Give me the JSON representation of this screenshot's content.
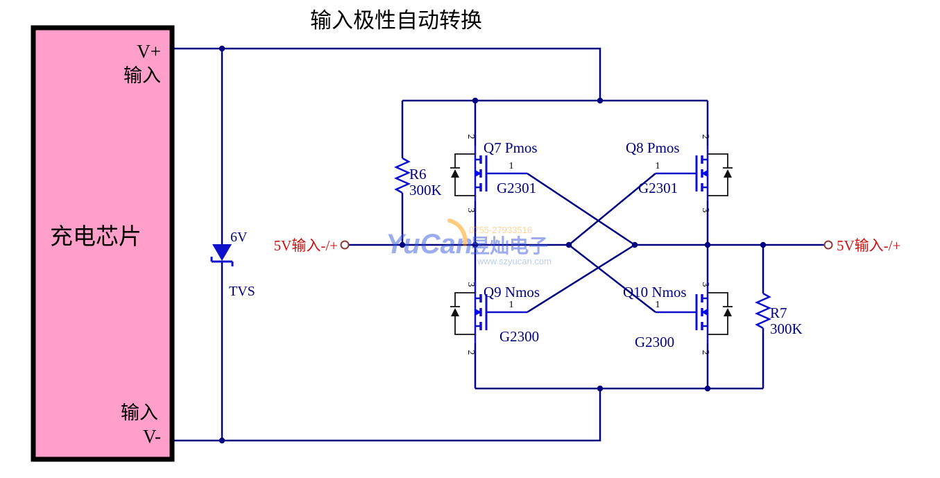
{
  "title": "输入极性自动转换",
  "chip": {
    "pin_top": "V+",
    "label_top": "输入",
    "name": "充电芯片",
    "label_bottom": "输入",
    "pin_bottom": "V-"
  },
  "tvs": {
    "voltage": "6V",
    "label": "TVS"
  },
  "resistors": {
    "r6": {
      "ref": "R6",
      "value": "300K"
    },
    "r7": {
      "ref": "R7",
      "value": "300K"
    }
  },
  "transistors": {
    "q7": {
      "ref": "Q7 Pmos",
      "part": "G2301",
      "pin_top": "2",
      "pin_gate": "1",
      "pin_bottom": "3"
    },
    "q8": {
      "ref": "Q8 Pmos",
      "part": "G2301",
      "pin_top": "2",
      "pin_gate": "1",
      "pin_bottom": "3"
    },
    "q9": {
      "ref": "Q9 Nmos",
      "part": "G2300",
      "pin_top": "3",
      "pin_gate": "1",
      "pin_bottom": "2"
    },
    "q10": {
      "ref": "Q10 Nmos",
      "part": "G2300",
      "pin_top": "3",
      "pin_gate": "1",
      "pin_bottom": "2"
    }
  },
  "terminals": {
    "left_label": "5V输入-/+",
    "right_label": "5V输入-/+"
  },
  "watermark": {
    "brand": "YuCan",
    "company": "昱灿电子",
    "phone": "0755-27933516",
    "website": "www.szyucan.com"
  },
  "colors": {
    "wire": "#000080",
    "component": "#1010cc",
    "arrow": "#0000ff",
    "chip_fill": "#ff9fca",
    "label_red": "#cc1111",
    "text_black": "#000000"
  }
}
